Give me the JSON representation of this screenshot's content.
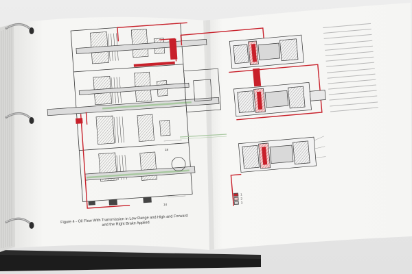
{
  "figure": {
    "caption_line1": "Figure 4 - Oil Flow With Transmission in Low Range and High and Forward",
    "caption_line2": "and the Right Brake Applied"
  },
  "legend": {
    "items": [
      {
        "number": "1",
        "color": "#c8202a"
      },
      {
        "number": "2",
        "color": "#f2c9c9"
      },
      {
        "number": "3",
        "color": "#d9d9d9"
      }
    ]
  },
  "callouts": {
    "label_18": "18",
    "label_14": "14"
  },
  "colors": {
    "oil_line": "#c8202a",
    "binder": "#2b2b2b",
    "diagram_ink": "#3a3a3a",
    "paper": "#f7f7f5"
  }
}
